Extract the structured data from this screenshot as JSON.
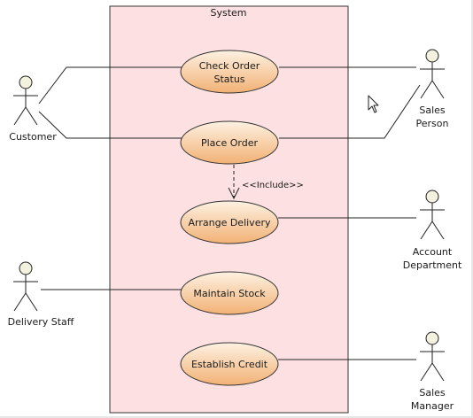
{
  "diagram": {
    "system": {
      "label": "System"
    },
    "use_cases": [
      {
        "id": "check-order-status",
        "lines": [
          "Check Order",
          "Status"
        ]
      },
      {
        "id": "place-order",
        "lines": [
          "Place Order"
        ]
      },
      {
        "id": "arrange-delivery",
        "lines": [
          "Arrange Delivery"
        ]
      },
      {
        "id": "maintain-stock",
        "lines": [
          "Maintain Stock"
        ]
      },
      {
        "id": "establish-credit",
        "lines": [
          "Establish Credit"
        ]
      }
    ],
    "actors": [
      {
        "id": "customer",
        "lines": [
          "Customer"
        ]
      },
      {
        "id": "delivery-staff",
        "lines": [
          "Delivery Staff"
        ]
      },
      {
        "id": "sales-person",
        "lines": [
          "Sales",
          "Person"
        ]
      },
      {
        "id": "account-department",
        "lines": [
          "Account",
          "Department"
        ]
      },
      {
        "id": "sales-manager",
        "lines": [
          "Sales",
          "Manager"
        ]
      }
    ],
    "relations": {
      "include_label": "<<Include>>"
    },
    "colors": {
      "system_fill": "#fde0e2",
      "system_border": "#333333",
      "usecase_fill_top": "#fdf1e2",
      "usecase_fill_bottom": "#f2b174",
      "usecase_border": "#333333",
      "actor_head_fill": "#f2f2de",
      "line": "#222222"
    },
    "cursor_icon": "mouse-pointer-icon"
  }
}
